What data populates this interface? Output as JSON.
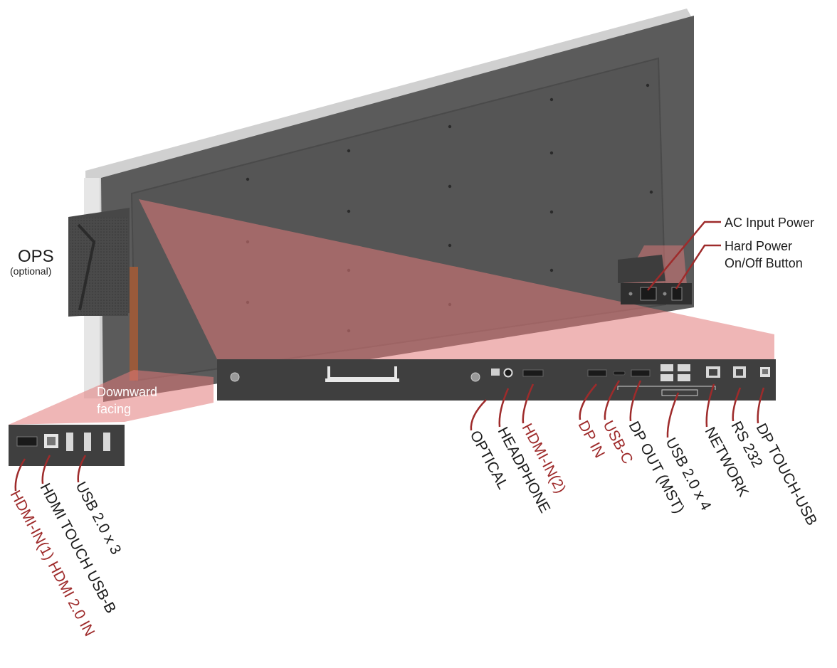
{
  "colors": {
    "panel": "#5a5a5a",
    "panel_dark": "#3f3f3f",
    "frame": "#c9c9c9",
    "callout": "#9e2b2b",
    "zoom_overlay": "#e27a7a"
  },
  "side": {
    "ops": "OPS",
    "ops_sub": "(optional)",
    "downward_1": "Downward",
    "downward_2": "facing"
  },
  "power": {
    "ac": "AC Input Power",
    "hard_1": "Hard Power",
    "hard_2": "On/Off Button"
  },
  "left_ports": {
    "hdmi_in_1": "HDMI-IN(1) HDMI 2.0 IN",
    "hdmi_touch": "HDMI TOUCH USB-B",
    "usb3": "USB 2.0 x 3"
  },
  "bottom_ports": {
    "optical": "OPTICAL",
    "headphone": "HEADPHONE",
    "hdmi_in_2": "HDMI-IN(2)",
    "dp_in": "DP IN",
    "usbc": "USB-C",
    "dp_out": "DP OUT (MST)",
    "usb4": "USB 2.0 x 4",
    "network": "NETWORK",
    "rs232": "RS 232",
    "dp_touch": "DP TOUCH-USB"
  }
}
